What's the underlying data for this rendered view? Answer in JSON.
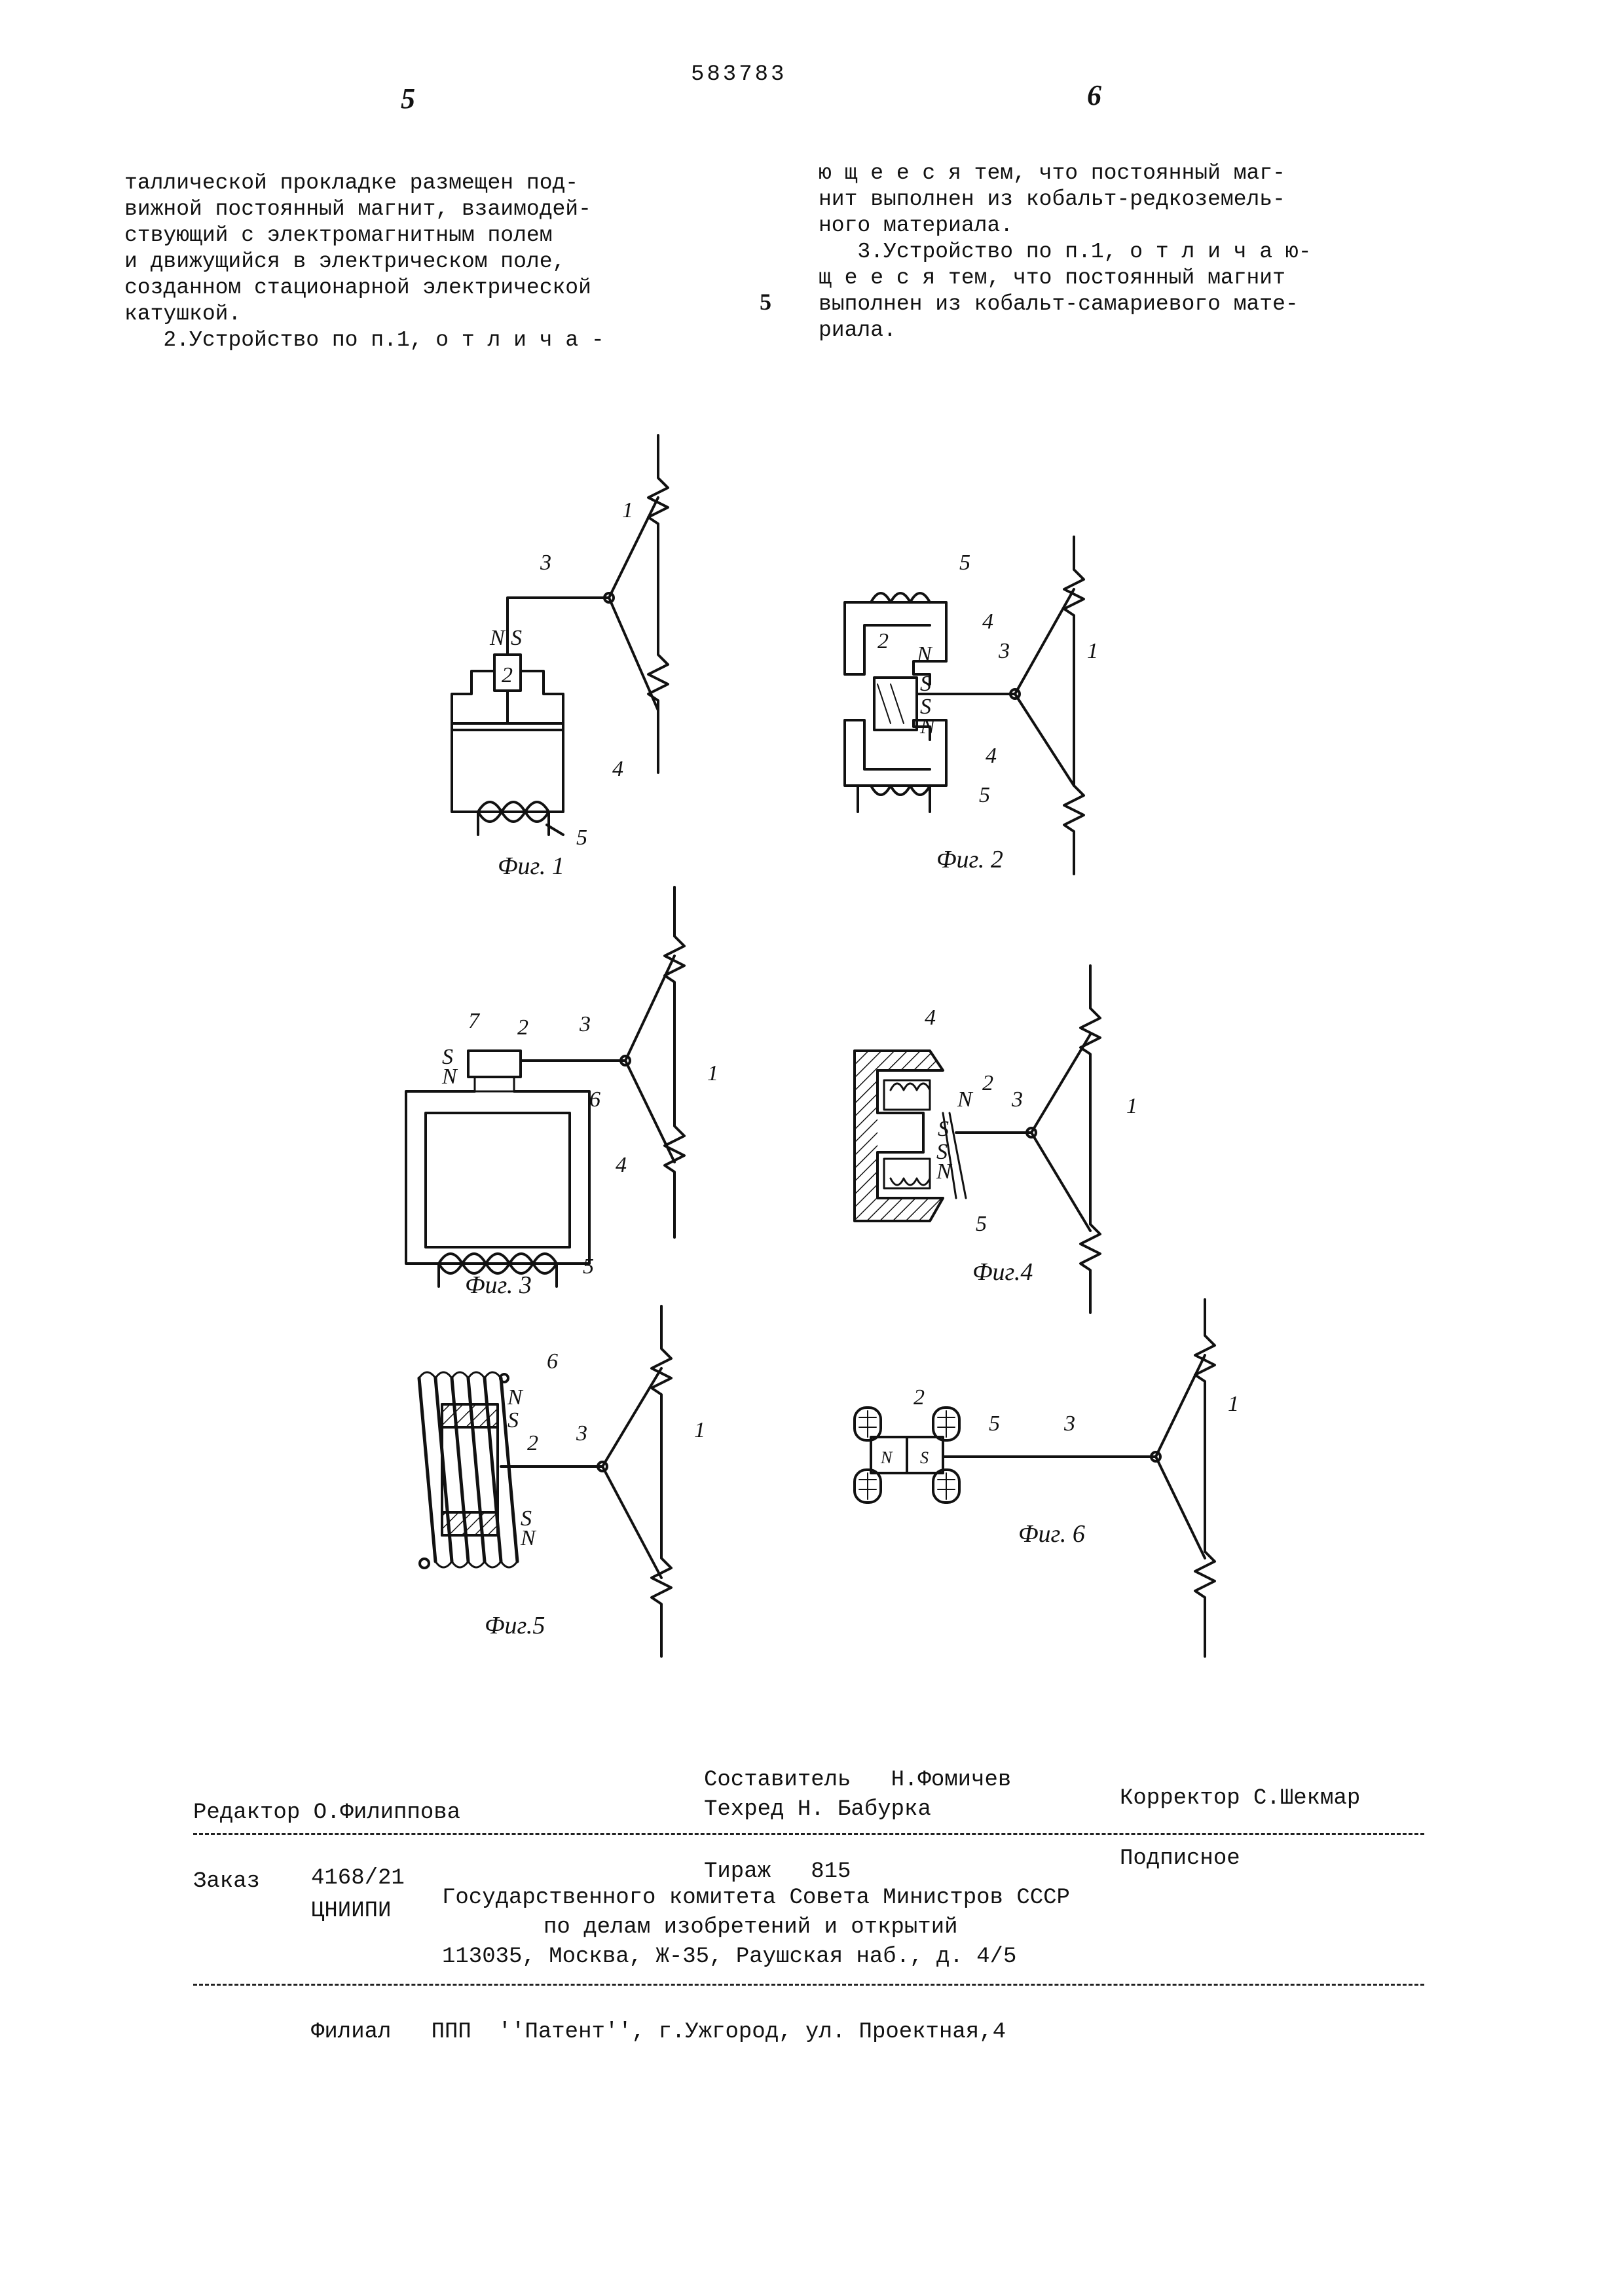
{
  "header": {
    "patent_number": "583783",
    "page_left": "5",
    "page_right": "6",
    "line_marker": "5"
  },
  "left_column": [
    "таллической прокладке размещен под-",
    "вижной постоянный магнит, взаимодей-",
    "ствующий с электромагнитным полем",
    "и движущийся в электрическом поле,",
    "созданном стационарной электрической",
    "катушкой.",
    "   2.Устройство по п.1, о т л и ч а -"
  ],
  "right_column": [
    "ю щ е е с я тем, что постоянный маг-",
    "нит выполнен из кобальт-редкоземель-",
    "ного материала.",
    "   3.Устройство по п.1, о т л и ч а ю-",
    "щ е е с я тем, что постоянный магнит",
    "выполнен из кобальт-самариевого мате-",
    "риала."
  ],
  "figures": {
    "fig1": {
      "caption": "Фиг. 1",
      "l1": "1",
      "l2": "2",
      "l3": "3",
      "l4": "4",
      "l5": "5",
      "n": "N",
      "s": "S"
    },
    "fig2": {
      "caption": "Фиг. 2",
      "l1": "1",
      "l2": "2",
      "l3": "3",
      "l4a": "4",
      "l4b": "4",
      "l5a": "5",
      "l5b": "5",
      "n1": "N",
      "s1": "S",
      "s2": "S",
      "n2": "N"
    },
    "fig3": {
      "caption": "Фиг. 3",
      "l1": "1",
      "l2": "2",
      "l3": "3",
      "l4": "4",
      "l5": "5",
      "l6": "6",
      "l7": "7",
      "s": "S",
      "n": "N"
    },
    "fig4": {
      "caption": "Фиг.4",
      "l1": "1",
      "l2": "2",
      "l3": "3",
      "l4": "4",
      "l5": "5",
      "n1": "N",
      "s1": "S",
      "s2": "S",
      "n2": "N"
    },
    "fig5": {
      "caption": "Фиг.5",
      "l1": "1",
      "l2": "2",
      "l3": "3",
      "l6": "6",
      "n1": "N",
      "s1": "S",
      "s2": "S",
      "n2": "N"
    },
    "fig6": {
      "caption": "Фиг. 6",
      "l1": "1",
      "l2": "2",
      "l3": "3",
      "l5": "5",
      "n": "N",
      "s": "S"
    }
  },
  "imprint": {
    "compiler": "Составитель   Н.Фомичев",
    "editor": "Редактор О.Филиппова",
    "techred": "Техред Н. Бабурка",
    "corrector": "Корректор С.Шекмар",
    "order_label": "Заказ",
    "order_value": "4168/21",
    "print_run": "Тираж   815",
    "subscription": "Подписное",
    "org_label": "ЦНИИПИ",
    "org_line1": "Государственного комитета Совета Министров СССР",
    "org_line2": "по делам изобретений и открытий",
    "org_line3": "113035, Москва, Ж-35, Раушская наб., д. 4/5",
    "branch": "Филиал   ППП  ''Патент'', г.Ужгород, ул. Проектная,4"
  }
}
